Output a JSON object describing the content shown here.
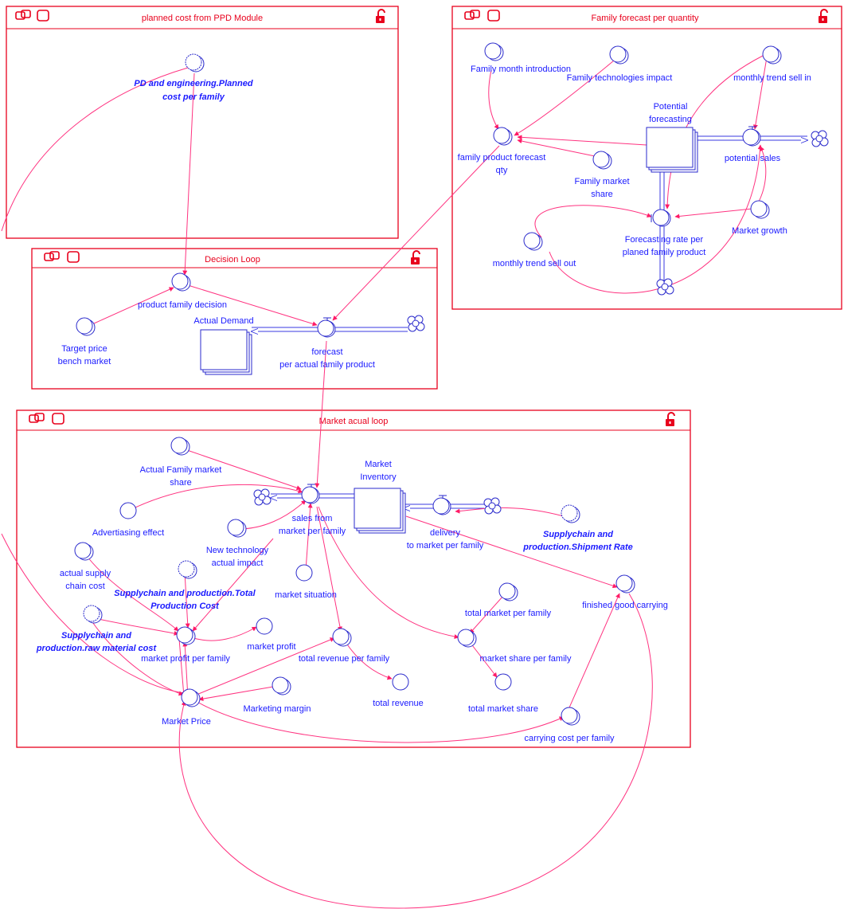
{
  "modules": {
    "ppd": {
      "title": "planned cost from PPD Module"
    },
    "family_forecast": {
      "title": "Family forecast per quantity"
    },
    "decision": {
      "title": "Decision Loop"
    },
    "market": {
      "title": "Market acual loop"
    }
  },
  "nodes": {
    "pd_planned_cost": [
      "PD and engineering.Planned",
      "cost per family"
    ],
    "family_month_introduction": [
      "Family month introduction"
    ],
    "family_technologies_impact": [
      "Family technologies impact"
    ],
    "monthly_trend_sell_in": [
      "monthly trend sell in"
    ],
    "potential_forecasting": [
      "Potential",
      "forecasting"
    ],
    "family_product_forecast_qty": [
      "family product forecast",
      "qty"
    ],
    "potential_sales": [
      "potential sales"
    ],
    "family_market_share": [
      "Family market",
      "share"
    ],
    "forecasting_rate": [
      "Forecasting rate per",
      "planed family product"
    ],
    "market_growth": [
      "Market growth"
    ],
    "monthly_trend_sell_out": [
      "monthly trend sell out"
    ],
    "product_family_decision": [
      "product family decision"
    ],
    "actual_demand": [
      "Actual Demand"
    ],
    "target_price": [
      "Target price",
      "bench market"
    ],
    "forecast_per_actual": [
      "forecast",
      "per actual family product"
    ],
    "actual_family_market_share": [
      "Actual Family market",
      "share"
    ],
    "market_inventory": [
      "Market",
      "Inventory"
    ],
    "advertising_effect": [
      "Advertiasing effect"
    ],
    "sales_from_market": [
      "sales from",
      "market per family"
    ],
    "new_technology_impact": [
      "New technology",
      "actual impact"
    ],
    "delivery_to_market": [
      "delivery",
      "to market per family"
    ],
    "shipment_rate": [
      "Supplychain and",
      "production.Shipment Rate"
    ],
    "actual_supply_chain_cost": [
      "actual supply",
      "chain cost"
    ],
    "market_situation": [
      "market situation"
    ],
    "total_production_cost": [
      "Supplychain and production.Total",
      "Production Cost"
    ],
    "total_market_per_family": [
      "total market per family"
    ],
    "finished_good_carrying": [
      "finished good carrying"
    ],
    "raw_material_cost": [
      "Supplychain and",
      "production.raw material cost"
    ],
    "market_profit": [
      "market profit"
    ],
    "market_profit_per_family": [
      "market profit per family"
    ],
    "total_revenue_per_family": [
      "total revenue per family"
    ],
    "market_share_per_family": [
      "market share per family"
    ],
    "marketing_margin": [
      "Marketing margin"
    ],
    "total_revenue": [
      "total revenue"
    ],
    "total_market_share": [
      "total market share"
    ],
    "market_price": [
      "Market Price"
    ],
    "carrying_cost_per_family": [
      "carrying cost per family"
    ]
  }
}
